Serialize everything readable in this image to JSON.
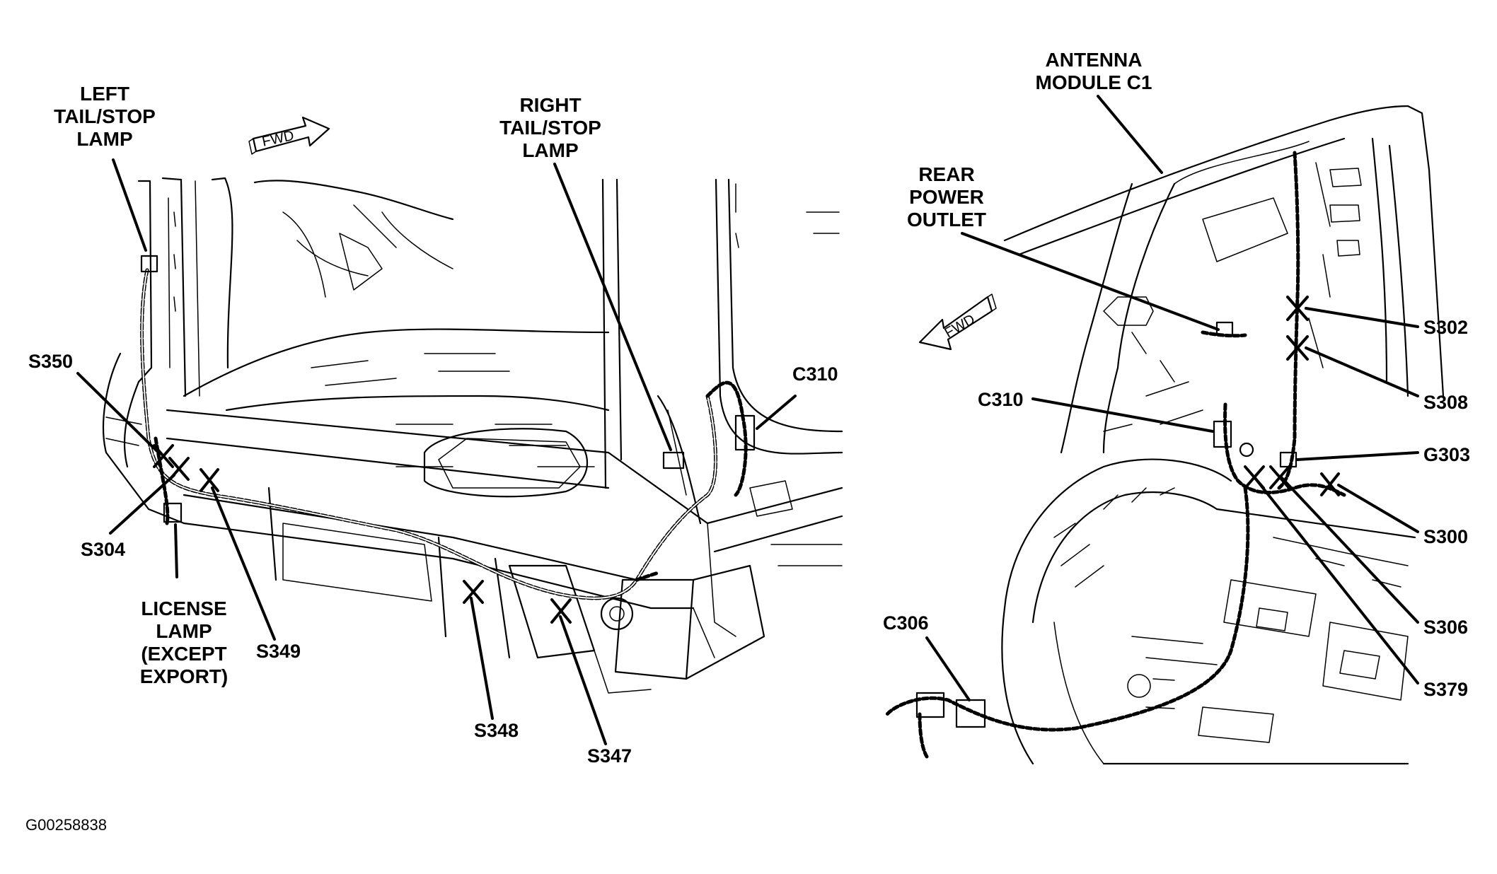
{
  "left_view": {
    "fwd_label": "FWD",
    "labels": {
      "left_tail_stop_lamp": [
        "LEFT",
        "TAIL/STOP",
        "LAMP"
      ],
      "right_tail_stop_lamp": [
        "RIGHT",
        "TAIL/STOP",
        "LAMP"
      ],
      "c310": "C310",
      "s350": "S350",
      "s304": "S304",
      "license_lamp": [
        "LICENSE",
        "LAMP",
        "(EXCEPT",
        "EXPORT)"
      ],
      "s349": "S349",
      "s348": "S348",
      "s347": "S347"
    }
  },
  "right_view": {
    "fwd_label": "FWD",
    "labels": {
      "antenna_module_c1": [
        "ANTENNA",
        "MODULE C1"
      ],
      "rear_power_outlet": [
        "REAR",
        "POWER",
        "OUTLET"
      ],
      "s302": "S302",
      "s308": "S308",
      "c310": "C310",
      "g303": "G303",
      "s300": "S300",
      "s306": "S306",
      "s379": "S379",
      "c306": "C306"
    }
  },
  "figure_id": "G00258838"
}
